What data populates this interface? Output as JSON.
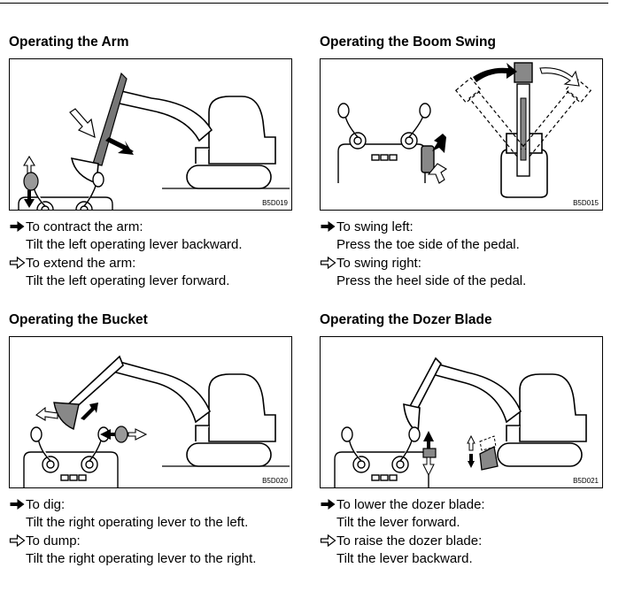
{
  "sections": [
    {
      "title": "Operating the Arm",
      "figure_code": "B5D019",
      "line1": "To contract the arm:",
      "line2": "Tilt the left operating lever backward.",
      "line3": "To extend the arm:",
      "line4": "Tilt the left operating lever forward."
    },
    {
      "title": "Operating the Boom Swing",
      "figure_code": "B5D015",
      "line1": "To swing left:",
      "line2": "Press the toe side of the pedal.",
      "line3": "To swing right:",
      "line4": "Press the heel side of the pedal."
    },
    {
      "title": "Operating the Bucket",
      "figure_code": "B5D020",
      "line1": "To dig:",
      "line2": "Tilt the right operating lever to the left.",
      "line3": "To dump:",
      "line4": "Tilt the right operating lever to the right."
    },
    {
      "title": "Operating the Dozer Blade",
      "figure_code": "B5D021",
      "line1": "To lower the dozer blade:",
      "line2": "Tilt the lever forward.",
      "line3": "To raise the dozer blade:",
      "line4": "Tilt the lever backward."
    }
  ],
  "icons": {
    "solid": "solid-arrow-icon",
    "outline": "outline-arrow-icon"
  }
}
